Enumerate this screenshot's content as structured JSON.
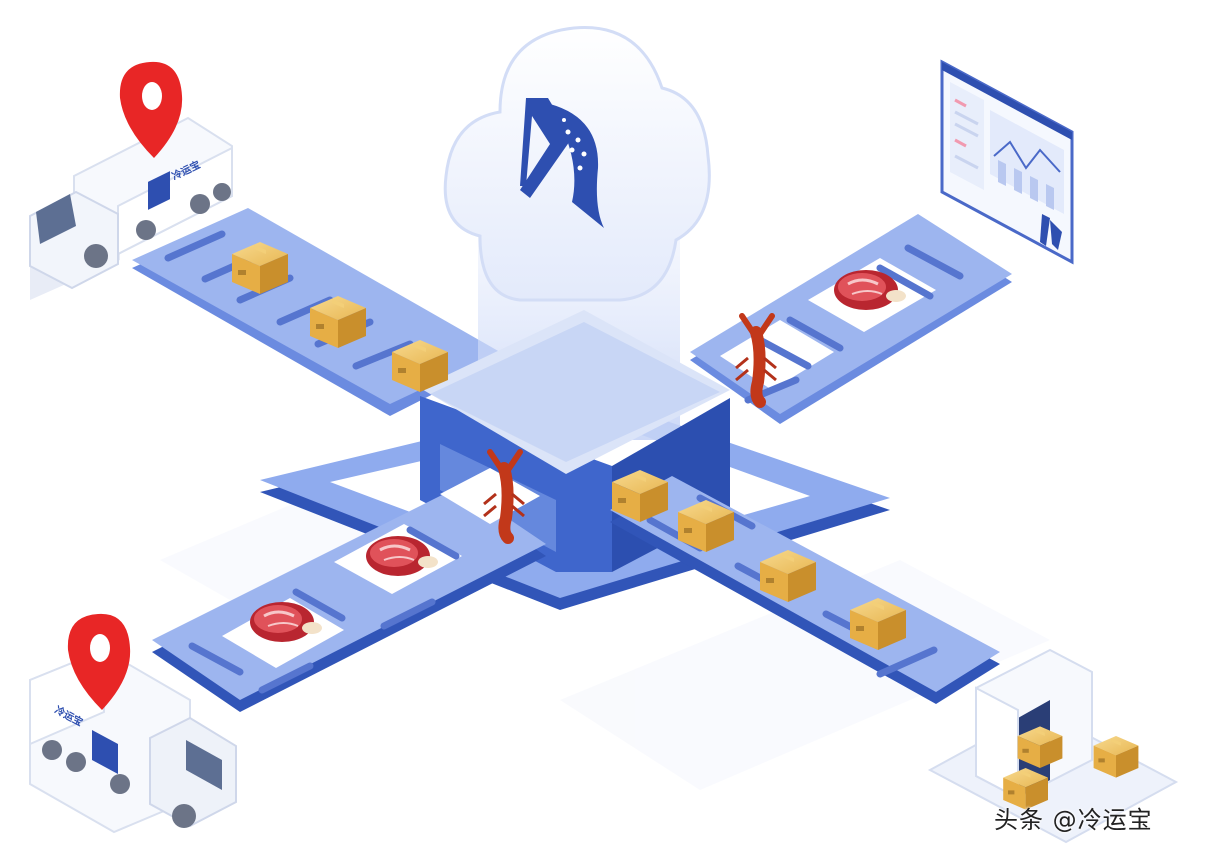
{
  "truck_top": {
    "brand_text": "冷运宝"
  },
  "truck_bottom": {
    "brand_text": "冷运宝"
  },
  "watermark": "头条 @冷运宝",
  "colors": {
    "belt": "#8fabee",
    "belt_dark": "#6b8be0",
    "platform": "#3f66cc",
    "cloud": "#eef2fc",
    "pin": "#e82626",
    "box": "#e9b956",
    "meat": "#c9323a",
    "lobster": "#d5421e"
  }
}
